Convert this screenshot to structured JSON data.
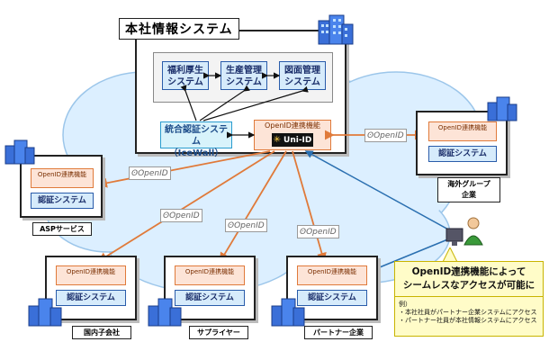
{
  "hq": {
    "title": "本社情報システム",
    "systems": [
      {
        "line1": "福利厚生",
        "line2": "システム"
      },
      {
        "line1": "生産管理",
        "line2": "システム"
      },
      {
        "line1": "図面管理",
        "line2": "システム"
      }
    ],
    "auth_system": {
      "line1": "統合認証システム",
      "line2": "（IceWall）"
    },
    "openid_function": "OpenID連携機能",
    "uniid": "Uni-ID"
  },
  "sites": {
    "overseas": {
      "oid": "OpenID連携機能",
      "auth": "認証システム",
      "label_line1": "海外グループ",
      "label_line2": "企業"
    },
    "asp": {
      "oid": "OpenID連携機能",
      "auth": "認証システム",
      "label": "ASPサービス"
    },
    "domestic": {
      "oid": "OpenID連携機能",
      "auth": "認証システム",
      "label": "国内子会社"
    },
    "supplier": {
      "oid": "OpenID連携機能",
      "auth": "認証システム",
      "label": "サプライヤー"
    },
    "partner": {
      "oid": "OpenID連携機能",
      "auth": "認証システム",
      "label": "パートナー企業"
    }
  },
  "openid_logo": "OpenID",
  "callout": {
    "line1": "OpenID連携機能によって",
    "line2": "シームレスなアクセスが可能に",
    "example_label": "例）",
    "example1": "・本社社員がパートナー企業システムにアクセス",
    "example2": "・パートナー社員が本社情報システムにアクセス"
  },
  "colors": {
    "orange": "#e07a3a",
    "blue": "#2a6fb0",
    "cloud": "#dcefff"
  }
}
